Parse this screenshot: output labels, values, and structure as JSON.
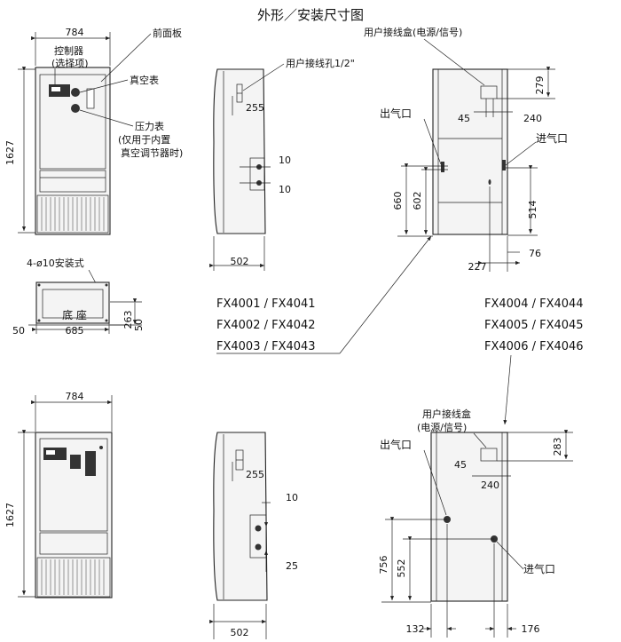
{
  "title": "外形／安装尺寸图",
  "top_front": {
    "width": "784",
    "height": "1627",
    "label_front_panel": "前面板",
    "label_controller": "控制器",
    "label_optional": "(选择项)",
    "label_vacuum": "真空表",
    "label_pressure": "压力表",
    "label_pressure_note1": "(仅用于内置",
    "label_pressure_note2": "真空调节器时)"
  },
  "top_side": {
    "label_hole": "用户接线孔1/2\"",
    "dim_255": "255",
    "dim_10a": "10",
    "dim_10b": "10",
    "depth": "502"
  },
  "base": {
    "label_mount": "4-ø10安装式",
    "label_base": "底 座",
    "dim_263": "263",
    "dim_50_left": "50",
    "dim_685": "685",
    "dim_50_right": "50"
  },
  "models_a": [
    "FX4001 / FX4041",
    "FX4002 / FX4042",
    "FX4003 / FX4043"
  ],
  "models_b": [
    "FX4004 / FX4044",
    "FX4005 / FX4045",
    "FX4006 / FX4046"
  ],
  "back_top": {
    "label_box": "用户接线盒(电源/信号)",
    "label_outlet": "出气口",
    "label_inlet": "进气口",
    "dim_279": "279",
    "dim_45": "45",
    "dim_240": "240",
    "dim_660": "660",
    "dim_602": "602",
    "dim_514": "514",
    "dim_76": "76",
    "dim_227": "227"
  },
  "bottom_front": {
    "width": "784",
    "height": "1627"
  },
  "bottom_side": {
    "dim_255": "255",
    "dim_10": "10",
    "dim_25": "25",
    "depth": "502"
  },
  "back_bottom": {
    "label_box1": "用户接线盒",
    "label_box2": "(电源/信号)",
    "label_outlet": "出气口",
    "label_inlet": "进气口",
    "dim_283": "283",
    "dim_45": "45",
    "dim_240": "240",
    "dim_756": "756",
    "dim_552": "552",
    "dim_132": "132",
    "dim_176": "176"
  }
}
